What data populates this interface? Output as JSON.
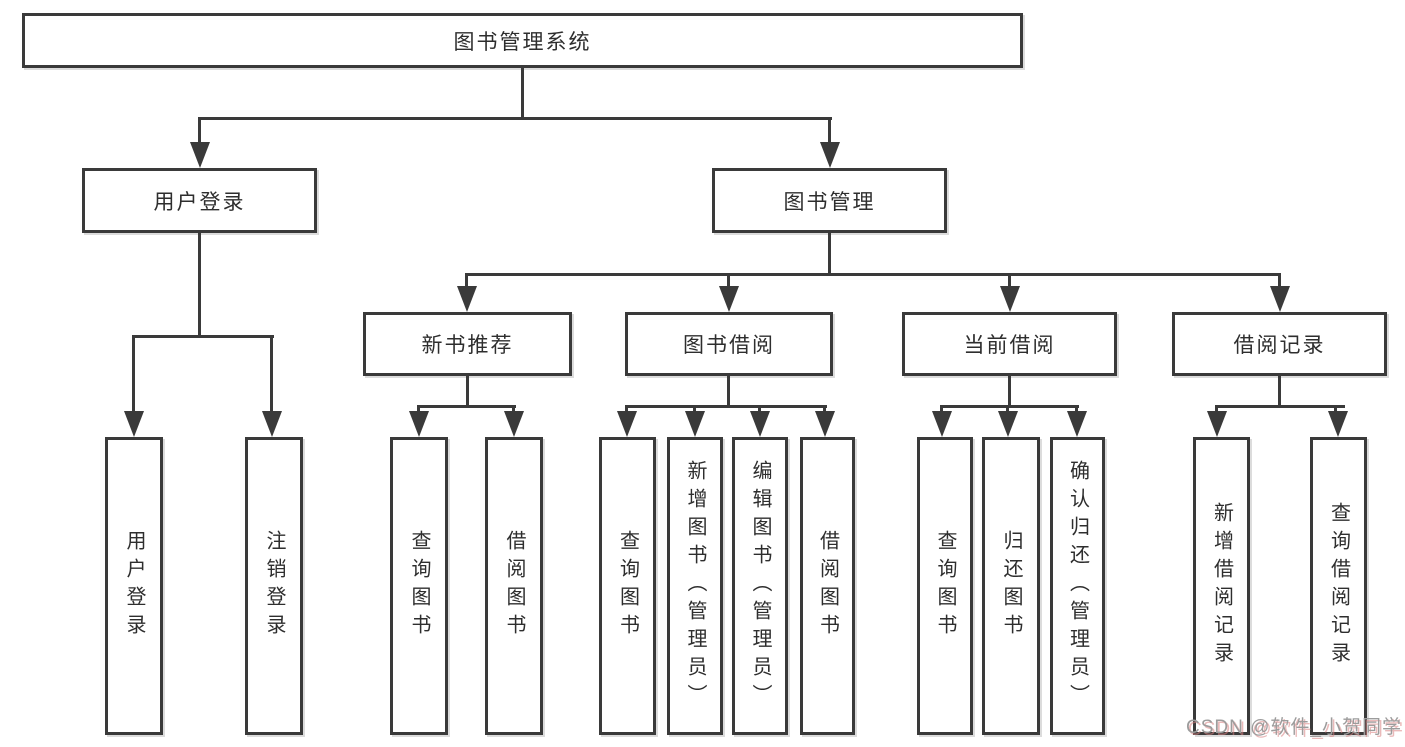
{
  "diagram": {
    "title": "图书管理系统",
    "branches": [
      {
        "label": "用户登录",
        "children": [
          "用户登录",
          "注销登录"
        ]
      },
      {
        "label": "图书管理",
        "groups": [
          {
            "label": "新书推荐",
            "children": [
              "查询图书",
              "借阅图书"
            ]
          },
          {
            "label": "图书借阅",
            "children": [
              "查询图书",
              "新增图书（管理员）",
              "编辑图书（管理员）",
              "借阅图书"
            ]
          },
          {
            "label": "当前借阅",
            "children": [
              "查询图书",
              "归还图书",
              "确认归还（管理员）"
            ]
          },
          {
            "label": "借阅记录",
            "children": [
              "新增借阅记录",
              "查询借阅记录"
            ]
          }
        ]
      }
    ]
  },
  "watermark": {
    "text": "CSDN @软件_小贺同学"
  },
  "colors": {
    "line": "#3a3a3a",
    "box_border": "#3a3a3a",
    "text": "#2e2e2e",
    "background": "#ffffff",
    "watermark_text": "#9c9c9c",
    "watermark_shadow": "#d88282"
  }
}
